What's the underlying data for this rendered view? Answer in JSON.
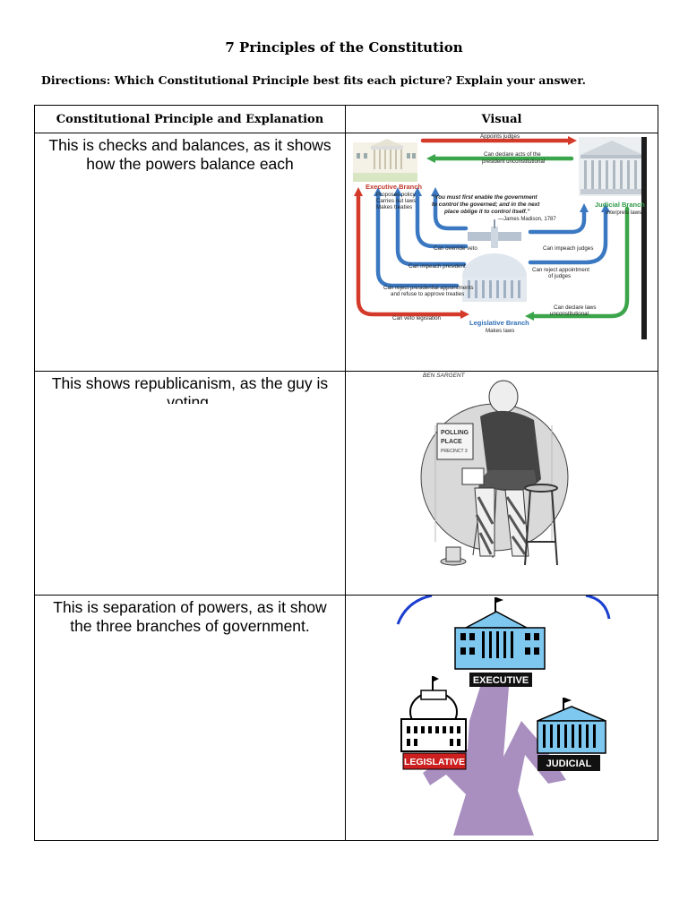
{
  "doc": {
    "title": "7 Principles of the Constitution",
    "directions": "Directions: Which Constitutional Principle best fits each picture? Explain your answer."
  },
  "table": {
    "headers": [
      "Constitutional Principle and Explanation",
      "Visual"
    ],
    "rows": [
      {
        "explanation": "This is checks and balances, as it shows how the powers balance each"
      },
      {
        "explanation": "This shows republicanism, as the guy is voting."
      },
      {
        "explanation": "This is separation of powers, as it show the three branches of government."
      }
    ]
  },
  "visual1": {
    "appoints": "Appoints judges",
    "declare_acts": "Can declare acts of the",
    "declare_acts2": "president unconstitutional",
    "exec_title": "Executive Branch",
    "exec_1": "Proposes policy",
    "exec_2": "Carries out laws",
    "exec_3": "Makes treaties",
    "quote1": "“You must first enable the government",
    "quote2": "to control the governed; and in the next",
    "quote3": "place oblige it to control itself.”",
    "quote4": "—James Madison, 1787",
    "jud_title": "Judicial Branch",
    "jud_1": "Interprets laws",
    "override": "Can override veto",
    "impeach_pres": "Can impeach president",
    "reject_appts1": "Can reject presidential appointments",
    "reject_appts2": "and refuse to approve treaties",
    "veto": "Can veto legislation",
    "impeach_judges": "Can impeach judges",
    "reject_appt1": "Can reject appointment",
    "reject_appt2": "of judges",
    "declare_laws1": "Can declare laws",
    "declare_laws2": "unconstitutional",
    "leg_title": "Legislative Branch",
    "leg_1": "Makes laws",
    "colors": {
      "red": "#d43a2a",
      "green": "#3aa54a",
      "blue": "#3a78c2",
      "exec": "#c0392b",
      "jud": "#2e9a46",
      "leg": "#2f6fb5"
    }
  },
  "visual2": {
    "signature": "BEN SARGENT",
    "sign1": "POLLING",
    "sign2": "PLACE",
    "sign3": "PRECINCT 3"
  },
  "visual3": {
    "executive": "EXECUTIVE",
    "legislative": "LEGISLATIVE",
    "judicial": "JUDICIAL",
    "colors": {
      "building": "#7ec8f0",
      "trunk": "#a98fbf",
      "arc": "#1a3fd0",
      "legislative_bg": "#cc1f1f"
    }
  }
}
